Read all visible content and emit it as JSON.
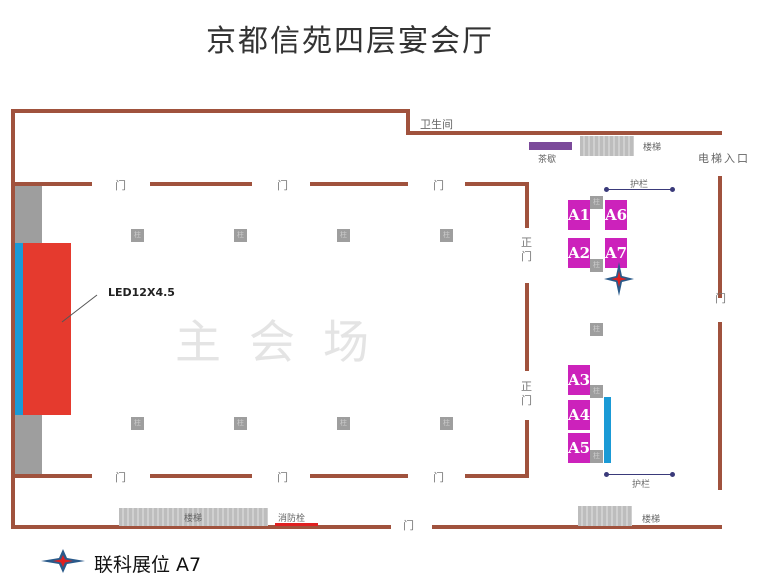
{
  "title": "京都信苑四层宴会厅",
  "labels": {
    "restroom": "卫生间",
    "tea_break": "茶歇",
    "stairs": "楼梯",
    "elevator_entrance": "电梯入口",
    "door": "门",
    "main_door": "正门",
    "railing": "护栏",
    "pillar": "柱",
    "led": "LED12X4.5",
    "main_hall": "主会场",
    "fire_hydrant": "消防栓"
  },
  "booths": [
    "A1",
    "A6",
    "A2",
    "A7",
    "A3",
    "A4",
    "A5"
  ],
  "legend": {
    "text": "联科展位 A7",
    "marker_icon": "star-marker-icon"
  },
  "colors": {
    "wall": "#a0523d",
    "booth": "#cc22bb",
    "led": "#e53a2e",
    "stage_edge": "#1a9ad6",
    "tea_break": "#7b4a9a"
  }
}
